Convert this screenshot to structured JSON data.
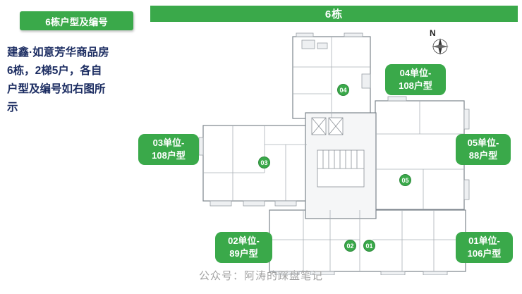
{
  "header": {
    "title": "6栋"
  },
  "badge": {
    "label": "6栋户型及编号"
  },
  "description": {
    "line1": "建鑫·如意芳华商品房",
    "line2": "6栋，2梯5户，各自",
    "line3": "户型及编号如右图所",
    "line4": "示"
  },
  "unit_labels": {
    "u01": {
      "line1": "01单位-",
      "line2": "106户型"
    },
    "u02": {
      "line1": "02单位-",
      "line2": "89户型"
    },
    "u03": {
      "line1": "03单位-",
      "line2": "108户型"
    },
    "u04": {
      "line1": "04单位-",
      "line2": "108户型"
    },
    "u05": {
      "line1": "05单位-",
      "line2": "88户型"
    }
  },
  "markers": {
    "m01": "01",
    "m02": "02",
    "m03": "03",
    "m04": "04",
    "m05": "05"
  },
  "compass": {
    "label": "N"
  },
  "watermark": {
    "text": "公众号：阿涛的踩盘笔记"
  },
  "colors": {
    "green": "#3aa94a",
    "text_navy": "#1c2d62",
    "watermark_gray": "#a3a3a3"
  }
}
